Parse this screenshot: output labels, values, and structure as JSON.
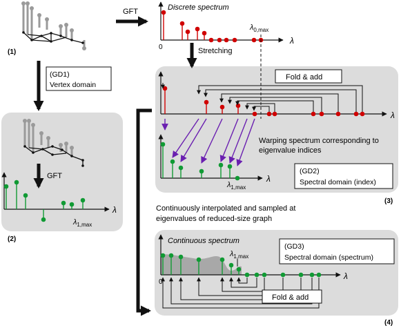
{
  "labels": {
    "gft_top": "GFT",
    "gft_left": "GFT",
    "discrete_spectrum": "Discrete spectrum",
    "continuous_spectrum": "Continuous spectrum",
    "stretching": "Stretching",
    "fold_add_top": "Fold & add",
    "fold_add_bottom": "Fold & add",
    "warping_line1": "Warping spectrum corresponding to",
    "warping_line2": "eigenvalue indices",
    "interp_line1": "Continuously interpolated and sampled at",
    "interp_line2": "eigenvalues of reduced-size graph",
    "zero": "0",
    "lambda": "λ",
    "lambda0max": "λ0,max",
    "lambda1max": "λ1,max",
    "lambda_sub_0max": "0,max",
    "lambda_sub_1max": "1,max"
  },
  "boxes": {
    "gd1_line1": "(GD1)",
    "gd1_line2": "Vertex domain",
    "gd2_line1": "(GD2)",
    "gd2_line2": "Spectral domain (index)",
    "gd3_line1": "(GD3)",
    "gd3_line2": "Spectral domain (spectrum)"
  },
  "panel_numbers": {
    "p1": "(1)",
    "p2": "(2)",
    "p3": "(3)",
    "p4": "(4)"
  },
  "colors": {
    "panel_bg": "#dcdcdc",
    "red_stem": "#d00000",
    "green_stem": "#119a34",
    "purple_arrow": "#6a1fb0",
    "graph_light": "#9a9a9a",
    "graph_dark": "#111111",
    "area_fill": "#a8a8a8"
  }
}
